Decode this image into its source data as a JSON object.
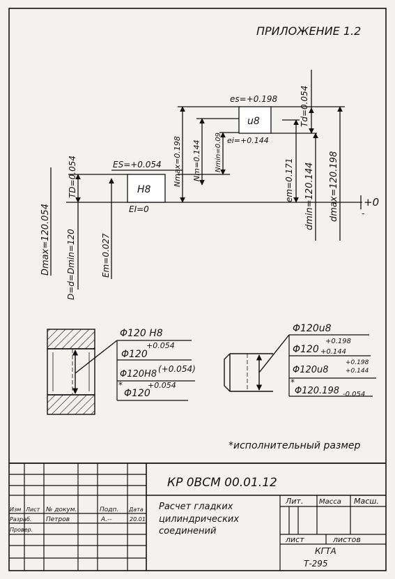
{
  "appendix_title": "ПРИЛОЖЕНИЕ 1.2",
  "diagram": {
    "hole": {
      "field_label": "H8",
      "ES": "ES=+0.054",
      "EI": "EI=0",
      "TD": "TD=0.054",
      "Dmax": "Dmax=120.054",
      "Dnom": "D=d=Dmin=120",
      "Em": "Em=0.027"
    },
    "shaft": {
      "field_label": "u8",
      "es": "es=+0.198",
      "ei": "ei=+0.144",
      "Td": "Td=0.054",
      "em": "em=0.171",
      "dmin": "dmin=120.144",
      "dmax": "dmax=120.198"
    },
    "fit": {
      "Nmax": "Nmax=0.198",
      "Nm": "Nm=0.144",
      "Nmin": "Nmin=0.09"
    },
    "zero_line": "+0",
    "zero_minus": "-"
  },
  "designations": {
    "hole": {
      "line1": "Φ120 H8",
      "line2_base": "Φ120",
      "line2_sup": "+0.054",
      "line3_base": "Φ120H8",
      "line3_paren": "(+0.054)",
      "line4_star": "*",
      "line4_base": "Φ120",
      "line4_sup": "+0.054"
    },
    "shaft": {
      "line1": "Φ120u8",
      "line2_base": "Φ120",
      "line2_sup": "+0.198",
      "line2_sub": "+0.144",
      "line3_base": "Φ120u8",
      "line3_sup": "+0.198",
      "line3_sub": "+0.144",
      "line4_star": "*",
      "line4_base": "Φ120.198",
      "line4_sub": "-0.054"
    }
  },
  "footnote": "*исполнительный размер",
  "title_block": {
    "doc_code": "КР 0ВСМ 00.01.12",
    "name_line1": "Расчет гладких",
    "name_line2": "цилиндрических",
    "name_line3": "соединений",
    "col_izm": "Изм",
    "col_list": "Лист",
    "col_ndoc": "№ докум.",
    "col_podp": "Подп.",
    "col_data": "Дата",
    "row_razrab": "Разраб.",
    "razrab_name": "Петров",
    "razrab_sign": "А.--",
    "razrab_date": "20.01",
    "row_prover": "Провер.",
    "lit": "Лит.",
    "massa": "Масса",
    "masht": "Масш.",
    "list": "лист",
    "listov": "листов",
    "org": "КГТА",
    "group": "Т-295"
  }
}
